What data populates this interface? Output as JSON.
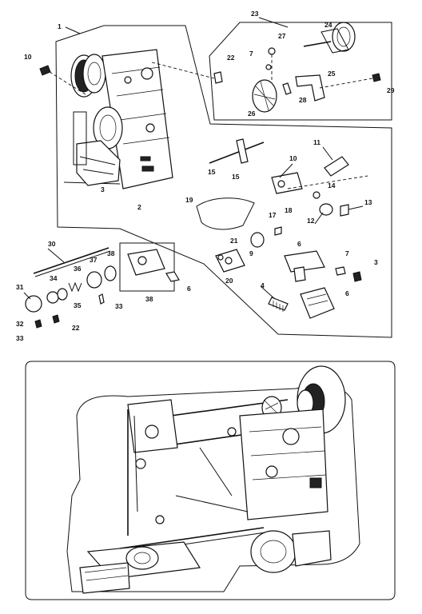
{
  "callouts": [
    {
      "id": "c1",
      "text": "1"
    },
    {
      "id": "c2",
      "text": "2"
    },
    {
      "id": "c3a",
      "text": "3"
    },
    {
      "id": "c3b",
      "text": "3"
    },
    {
      "id": "c4",
      "text": "4"
    },
    {
      "id": "c6a",
      "text": "6"
    },
    {
      "id": "c6b",
      "text": "6"
    },
    {
      "id": "c6c",
      "text": "6"
    },
    {
      "id": "c7a",
      "text": "7"
    },
    {
      "id": "c7b",
      "text": "7"
    },
    {
      "id": "c9",
      "text": "9"
    },
    {
      "id": "c10a",
      "text": "10"
    },
    {
      "id": "c10b",
      "text": "10"
    },
    {
      "id": "c11",
      "text": "11"
    },
    {
      "id": "c12",
      "text": "12"
    },
    {
      "id": "c13",
      "text": "13"
    },
    {
      "id": "c14",
      "text": "14"
    },
    {
      "id": "c15a",
      "text": "15"
    },
    {
      "id": "c15b",
      "text": "15"
    },
    {
      "id": "c17",
      "text": "17"
    },
    {
      "id": "c18",
      "text": "18"
    },
    {
      "id": "c19",
      "text": "19"
    },
    {
      "id": "c20",
      "text": "20"
    },
    {
      "id": "c21",
      "text": "21"
    },
    {
      "id": "c22a",
      "text": "22"
    },
    {
      "id": "c22b",
      "text": "22"
    },
    {
      "id": "c23",
      "text": "23"
    },
    {
      "id": "c24",
      "text": "24"
    },
    {
      "id": "c25",
      "text": "25"
    },
    {
      "id": "c26",
      "text": "26"
    },
    {
      "id": "c27",
      "text": "27"
    },
    {
      "id": "c28",
      "text": "28"
    },
    {
      "id": "c29",
      "text": "29"
    },
    {
      "id": "c30",
      "text": "30"
    },
    {
      "id": "c31",
      "text": "31"
    },
    {
      "id": "c32",
      "text": "32"
    },
    {
      "id": "c33a",
      "text": "33"
    },
    {
      "id": "c33b",
      "text": "33"
    },
    {
      "id": "c34",
      "text": "34"
    },
    {
      "id": "c35",
      "text": "35"
    },
    {
      "id": "c36",
      "text": "36"
    },
    {
      "id": "c37",
      "text": "37"
    },
    {
      "id": "c38a",
      "text": "38"
    },
    {
      "id": "c38b",
      "text": "38"
    }
  ]
}
